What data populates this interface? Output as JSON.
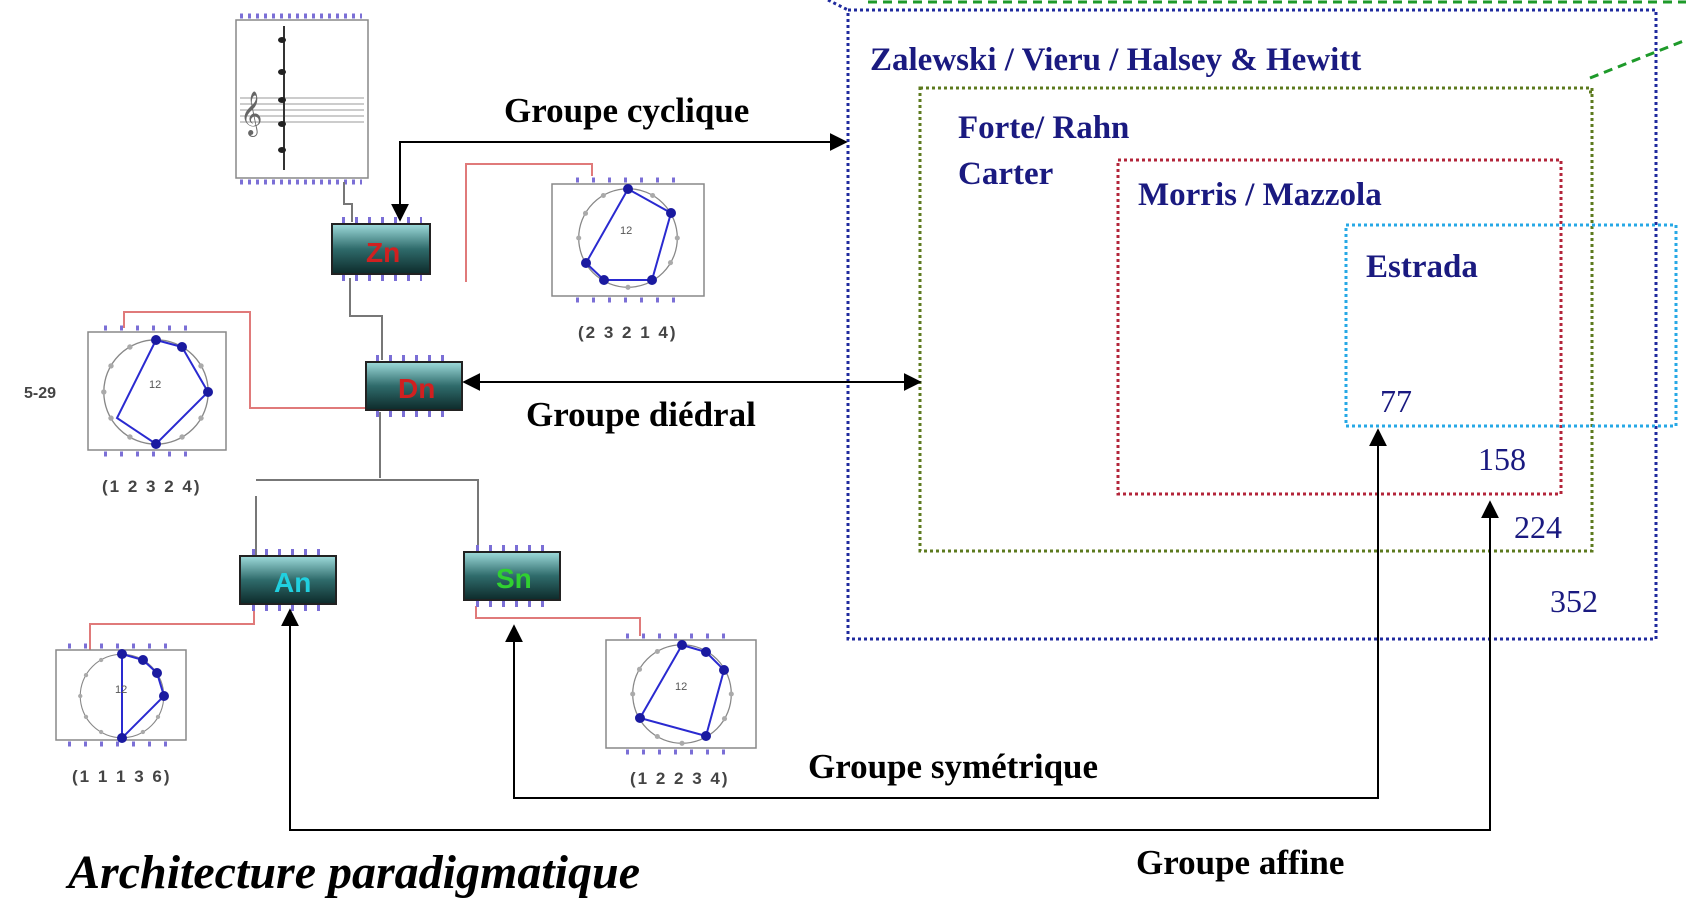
{
  "labels": {
    "cyclic_group": "Groupe cyclique",
    "dihedral_group": "Groupe diédral",
    "symmetric_group": "Groupe symétrique",
    "affine_group": "Groupe affine",
    "architecture": "Architecture paradigmatique"
  },
  "boxes": {
    "outer_authors": "Zalewski / Vieru / Halsey & Hewitt",
    "outer_count": "352",
    "forte_line1": "Forte/ Rahn",
    "forte_line2": "Carter",
    "forte_count": "224",
    "morris_authors": "Morris / Mazzola",
    "morris_count": "158",
    "estrada_authors": "Estrada",
    "estrada_count": "77"
  },
  "modules": {
    "cyclic_code": "Zn",
    "dihedral_code": "Dn",
    "affine_code": "An",
    "symmetric_code": "Sn"
  },
  "clocks": {
    "center_number": "12",
    "cyclic_intervals": "(2 3 2 1 4)",
    "dihedral_intervals": "(1 2 3 2 4)",
    "dihedral_set_name": "5-29",
    "affine_intervals": "(1 1 1 3 6)",
    "symmetric_intervals": "(1 2 2 3 4)"
  },
  "colors": {
    "author_text": "#1a1a80",
    "outer_box": "#1f2a9e",
    "forte_box": "#5c7a1e",
    "morris_box": "#b3243a",
    "estrada_box": "#26a8e6",
    "green_dashed": "#1e9a2a",
    "red_link": "#e07a7a",
    "module_dot": "#7b6fd6"
  }
}
